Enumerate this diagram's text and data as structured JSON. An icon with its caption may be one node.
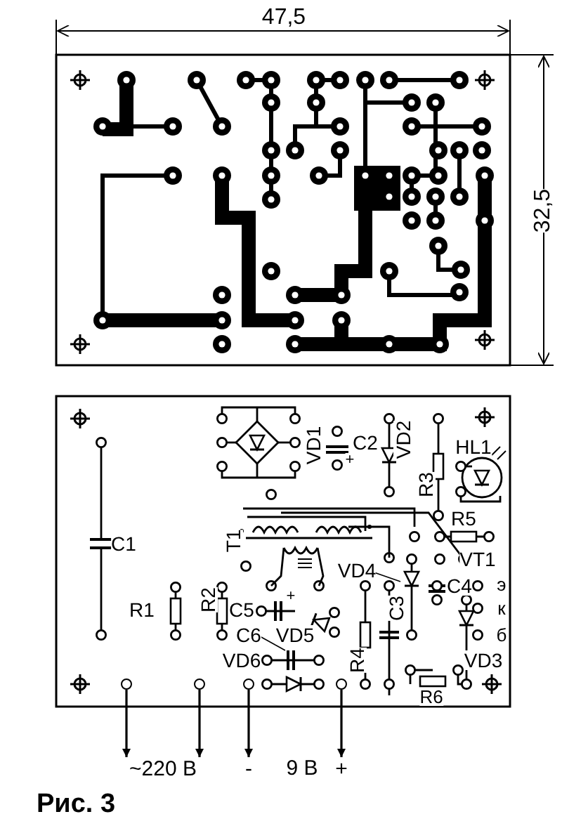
{
  "diagram": {
    "caption": "Рис. 3",
    "nodes": [
      {
        "text": [],
        "shape": "circle"
      },
      {
        "text": [],
        "shape": "circle"
      },
      {
        "text": [],
        "shape": "circle"
      },
      {
        "text": [],
        "shape": "circle"
      },
      {
        "text": [
          "~220 В"
        ]
      },
      {
        "text": [
          "-"
        ]
      },
      {
        "text": [
          "+"
        ]
      }
    ],
    "edges": [
      {
        "from": 0,
        "to": 4,
        "arrow": "to"
      },
      {
        "from": 1,
        "to": 4,
        "arrow": "to"
      },
      {
        "from": 2,
        "to": 5,
        "arrow": "to"
      },
      {
        "from": 3,
        "to": 6,
        "arrow": "to"
      }
    ],
    "labels": [
      "47,5",
      "32,5",
      "VD1",
      "C2",
      "+",
      "VD2",
      "HL1",
      "R3",
      "R5",
      "T1",
      "C1",
      "VT1",
      "VD4",
      "C4",
      "э",
      "R1",
      "R2",
      "C5",
      "+",
      "к",
      "C6",
      "VD5",
      "б",
      "VD6",
      "R4",
      "C3",
      "VD3",
      "R6",
      "9 В"
    ]
  }
}
